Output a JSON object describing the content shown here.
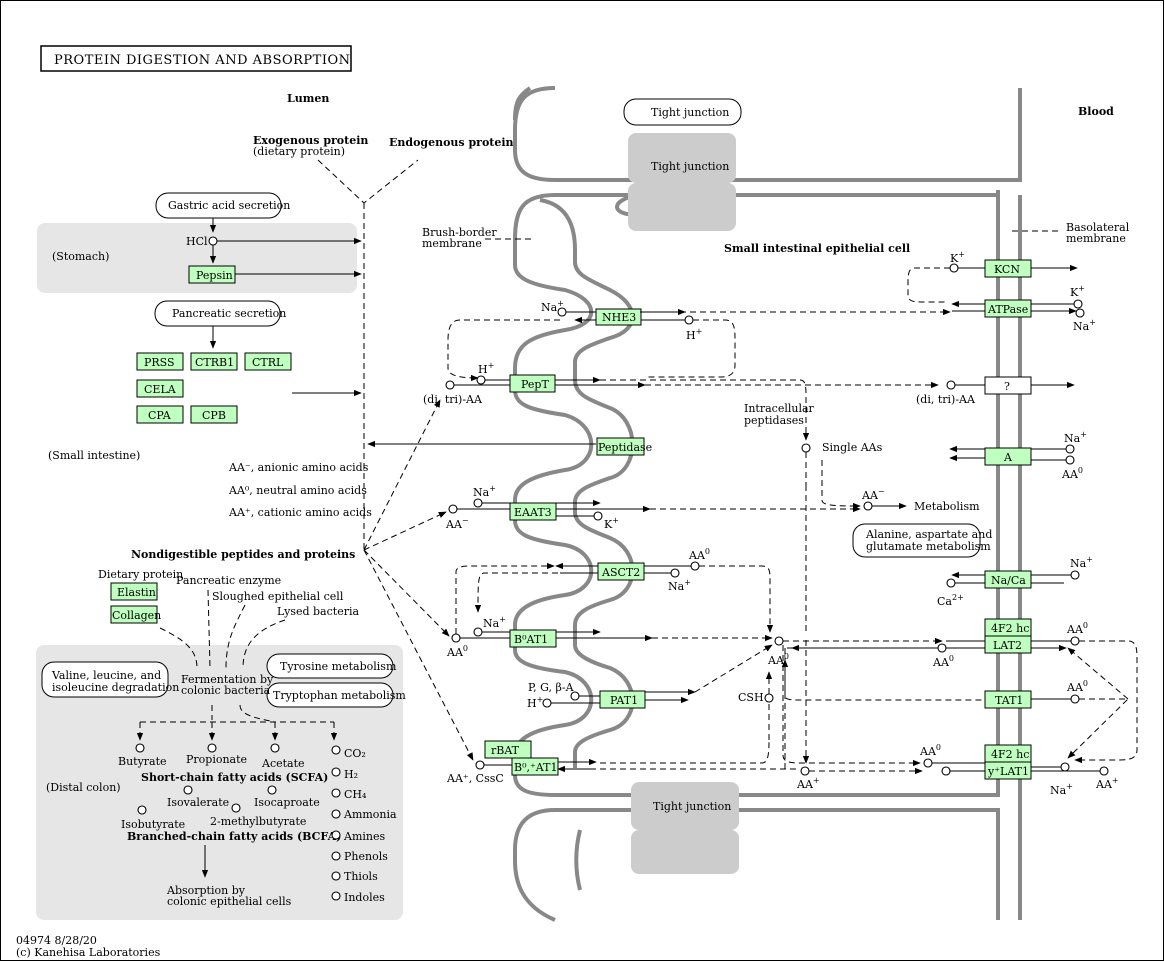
{
  "title": "PROTEIN DIGESTION AND ABSORPTION",
  "footer": {
    "id_date": "04974 8/28/20",
    "copyright": "(c) Kanehisa Laboratories"
  },
  "regions": {
    "lumen": "Lumen",
    "blood": "Blood",
    "stomach": "(Stomach)",
    "small_intestine": "(Small intestine)",
    "distal_colon": "(Distal colon)",
    "epithelial_cell": "Small intestinal epithelial cell",
    "brush_border_1": "Brush-border",
    "brush_border_2": "membrane",
    "basolateral_1": "Basolateral",
    "basolateral_2": "membrane"
  },
  "labels": {
    "exogenous": "Exogenous protein",
    "dietary_protein_paren": "(dietary protein)",
    "endogenous": "Endogenous protein",
    "hcl": "HCl",
    "aa_anionic": "AA⁻, anionic amino acids",
    "aa_neutral": "AA⁰, neutral amino acids",
    "aa_cationic": "AA⁺, cationic amino acids",
    "nondigestible": "Nondigestible peptides and proteins",
    "dietary_protein": "Dietary protein",
    "pancreatic_enzyme": "Pancreatic enzyme",
    "sloughed": "Sloughed epithelial cell",
    "lysed": "Lysed bacteria",
    "fermentation_1": "Fermentation by",
    "fermentation_2": "colonic bacteria",
    "butyrate": "Butyrate",
    "propionate": "Propionate",
    "acetate": "Acetate",
    "scfa": "Short-chain fatty acids (SCFA)",
    "isovalerate": "Isovalerate",
    "isocaproate": "Isocaproate",
    "isobutyrate": "Isobutyrate",
    "methylbutyrate": "2-methylbutyrate",
    "bcfa": "Branched-chain fatty acids (BCFA)",
    "absorption_1": "Absorption by",
    "absorption_2": "colonic epithelial cells",
    "co2": "CO₂",
    "h2": "H₂",
    "ch4": "CH₄",
    "ammonia": "Ammonia",
    "amines": "Amines",
    "phenols": "Phenols",
    "thiols": "Thiols",
    "indoles": "Indoles",
    "di_tri_aa_left": "(di, tri)-AA",
    "di_tri_aa_right": "(di, tri)-AA",
    "intracellular_1": "Intracellular",
    "intracellular_2": "peptidases",
    "single_aas": "Single AAs",
    "metabolism": "Metabolism",
    "csh": "CSH",
    "pgba": "P, G, β-A",
    "aa_csSc": "AA⁺, CssC",
    "na": "Na",
    "k": "K",
    "h": "H",
    "ca": "Ca",
    "aa": "AA"
  },
  "maps": {
    "gastric": "Gastric acid secretion",
    "pancreatic": "Pancreatic secretion",
    "tight_junction": "Tight junction",
    "valine_1": "Valine, leucine, and",
    "valine_2": "isoleucine degradation",
    "tyrosine": "Tyrosine metabolism",
    "tryptophan": "Tryptophan metabolism",
    "alanine_1": "Alanine, aspartate and",
    "alanine_2": "glutamate metabolism"
  },
  "genes": {
    "pepsin": "Pepsin",
    "prss": "PRSS",
    "ctrb1": "CTRB1",
    "ctrl": "CTRL",
    "cela": "CELA",
    "cpa": "CPA",
    "cpb": "CPB",
    "elastin": "Elastin",
    "collagen": "Collagen",
    "nhe3": "NHE3",
    "pept": "PepT",
    "peptidase": "Peptidase",
    "eaat3": "EAAT3",
    "asct2": "ASCT2",
    "b0at1": "B⁰AT1",
    "pat1": "PAT1",
    "rbat": "rBAT",
    "b0at1_plus": "B⁰,⁺AT1",
    "kcn": "KCN",
    "atpase": "ATPase",
    "unknown": "?",
    "a": "A",
    "naca": "Na/Ca",
    "f2hc_1": "4F2 hc",
    "lat2": "LAT2",
    "tat1": "TAT1",
    "f2hc_2": "4F2 hc",
    "ylat1": "y⁺LAT1"
  },
  "colors": {
    "gene_fill": "#bfffbf",
    "zone_fill": "#e6e6e6",
    "membrane": "#888888",
    "tight_junction_fill": "#cccccc"
  }
}
